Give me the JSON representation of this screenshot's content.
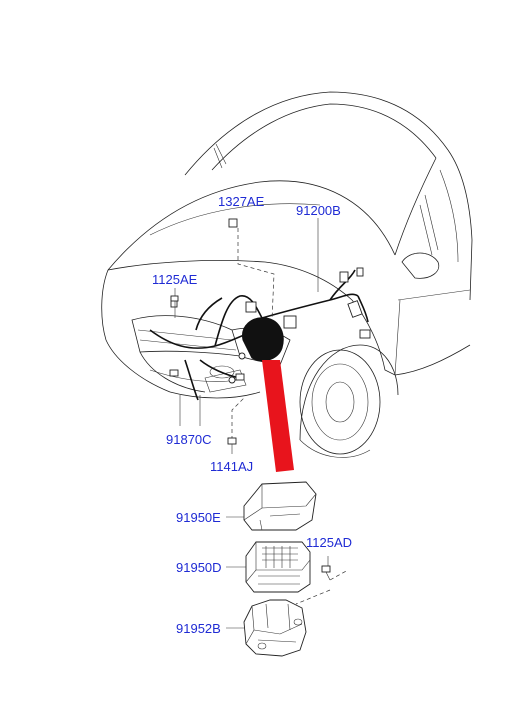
{
  "diagram": {
    "part_labels": {
      "p1327AE": "1327AE",
      "p91200B": "91200B",
      "p1125AE": "1125AE",
      "p91870C": "91870C",
      "p1141AJ": "1141AJ",
      "p91950E": "91950E",
      "p1125AD": "1125AD",
      "p91950D": "91950D",
      "p91952B": "91952B"
    },
    "colors": {
      "label_text": "#1f2bd4",
      "line_art": "#222222",
      "callout_arrow": "#e8141c"
    }
  }
}
